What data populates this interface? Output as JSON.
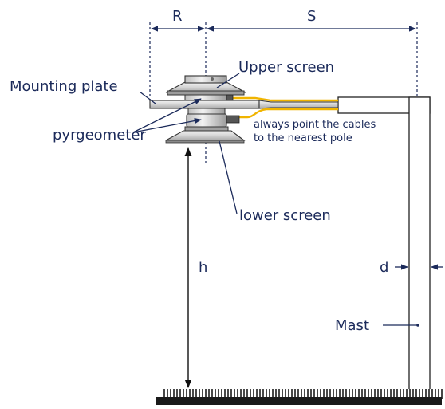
{
  "labels": {
    "R": "R",
    "S": "S",
    "upper_screen": "Upper screen",
    "mounting_plate": "Mounting plate",
    "pyrgeometer": "pyrgeometer",
    "cable_note_line1": "always point the cables",
    "cable_note_line2": "to the nearest pole",
    "lower_screen": "lower screen",
    "h": "h",
    "d": "d",
    "mast": "Mast"
  },
  "colors": {
    "text": "#1b2a5a",
    "cable": "#f0b400",
    "metal_light": "#e6e6e6",
    "metal_dark": "#9a9a9a",
    "ground": "#1a1a1a"
  }
}
